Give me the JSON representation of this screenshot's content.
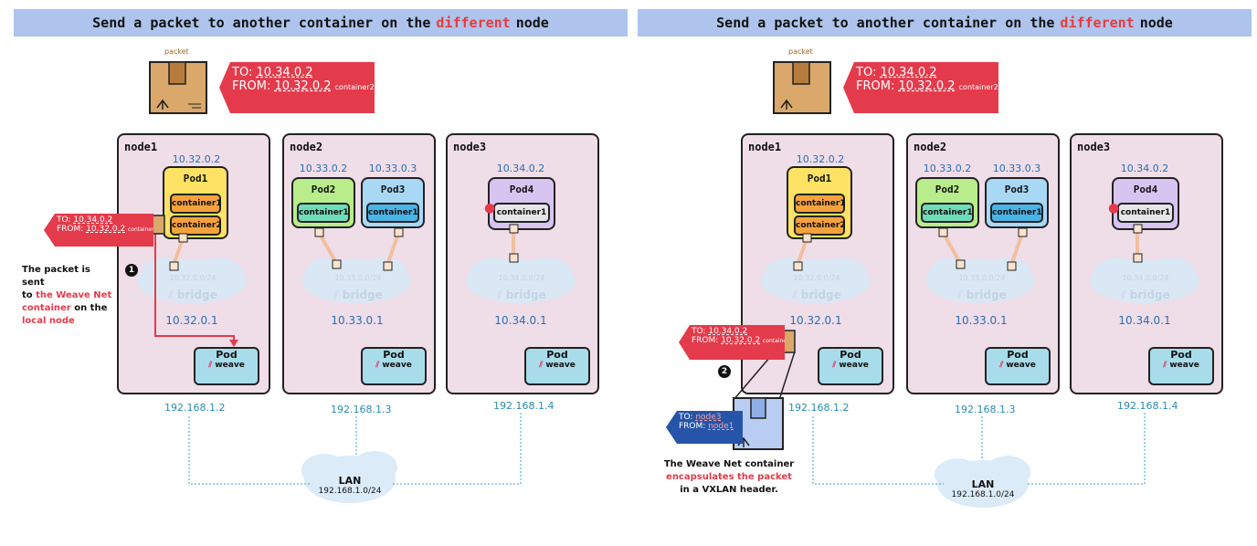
{
  "left": {
    "title": {
      "prefix": "Send a packet to another container on the",
      "highlight": "different",
      "suffix": "node"
    },
    "packet_label": "packet",
    "top_tag": {
      "to_label": "TO:",
      "to_value": "10.34.0.2",
      "from_label": "FROM:",
      "from_value": "10.32.0.2",
      "from_extra": "container2"
    },
    "side_tag": {
      "to_label": "TO:",
      "to_value": "10.34.0.2",
      "from_label": "FROM:",
      "from_value": "10.32.0.2",
      "from_extra": "container2"
    },
    "nodes": [
      {
        "name": "node1",
        "pod_ip": "10.32.0.2",
        "pod": "Pod1",
        "containers": [
          "container1",
          "container2"
        ],
        "subnet": "10.32.0.0/24",
        "bridge": "bridge",
        "bridge_ip": "10.32.0.1",
        "weave_pod": "Pod",
        "weave": "weave",
        "host_ip": "192.168.1.2"
      },
      {
        "name": "node2",
        "pods": [
          {
            "ip": "10.33.0.2",
            "name": "Pod2",
            "container": "container1"
          },
          {
            "ip": "10.33.0.3",
            "name": "Pod3",
            "container": "container1"
          }
        ],
        "subnet": "10.33.0.0/24",
        "bridge": "bridge",
        "bridge_ip": "10.33.0.1",
        "weave_pod": "Pod",
        "weave": "weave",
        "host_ip": "192.168.1.3"
      },
      {
        "name": "node3",
        "pod_ip": "10.34.0.2",
        "pod": "Pod4",
        "container": "container1",
        "subnet": "10.34.0.0/24",
        "bridge": "bridge",
        "bridge_ip": "10.34.0.1",
        "weave_pod": "Pod",
        "weave": "weave",
        "host_ip": "192.168.1.4"
      }
    ],
    "step": "1",
    "note": {
      "line1": "The packet is sent",
      "line2a": "to",
      "line2b": "the Weave Net",
      "line3a": "container",
      "line3b": "on the",
      "line4": "local node"
    },
    "lan": {
      "label": "LAN",
      "cidr": "192.168.1.0/24"
    }
  },
  "right": {
    "title": {
      "prefix": "Send a packet to another container on the",
      "highlight": "different",
      "suffix": "node"
    },
    "packet_label": "packet",
    "top_tag": {
      "to_label": "TO:",
      "to_value": "10.34.0.2",
      "from_label": "FROM:",
      "from_value": "10.32.0.2",
      "from_extra": "container2"
    },
    "inner_tag": {
      "to_label": "TO:",
      "to_value": "10.34.0.2",
      "from_label": "FROM:",
      "from_value": "10.32.0.2",
      "from_extra": "container2"
    },
    "outer_tag": {
      "to_label": "TO:",
      "to_value": "node3",
      "from_label": "FROM:",
      "from_value": "node1"
    },
    "nodes": [
      {
        "name": "node1",
        "pod_ip": "10.32.0.2",
        "pod": "Pod1",
        "containers": [
          "container1",
          "container2"
        ],
        "subnet": "10.32.0.0/24",
        "bridge": "bridge",
        "bridge_ip": "10.32.0.1",
        "weave_pod": "Pod",
        "weave": "weave",
        "host_ip": "192.168.1.2"
      },
      {
        "name": "node2",
        "pods": [
          {
            "ip": "10.33.0.2",
            "name": "Pod2",
            "container": "container1"
          },
          {
            "ip": "10.33.0.3",
            "name": "Pod3",
            "container": "container1"
          }
        ],
        "subnet": "10.33.0.0/24",
        "bridge": "bridge",
        "bridge_ip": "10.33.0.1",
        "weave_pod": "Pod",
        "weave": "weave",
        "host_ip": "192.168.1.3"
      },
      {
        "name": "node3",
        "pod_ip": "10.34.0.2",
        "pod": "Pod4",
        "container": "container1",
        "subnet": "10.34.0.0/24",
        "bridge": "bridge",
        "bridge_ip": "10.34.0.1",
        "weave_pod": "Pod",
        "weave": "weave",
        "host_ip": "192.168.1.4"
      }
    ],
    "step": "2",
    "note": {
      "line1": "The Weave Net container",
      "line2": "encapsulates the packet",
      "line3": "in a VXLAN header."
    },
    "lan": {
      "label": "LAN",
      "cidr": "192.168.1.0/24"
    }
  },
  "colors": {
    "title_bg": "#aec4ec",
    "highlight": "#e83a3a",
    "node_bg": "#efdde8",
    "pod1": "#fde264",
    "container_orange": "#f6a23c",
    "pod2": "#b9ec8a",
    "pod3": "#a9d8f5",
    "pod4": "#d8c4f0",
    "weave": "#a8dcea",
    "tag_red": "#e33b4b",
    "tag_blue": "#2654a8",
    "ip_blue": "#2b6fb0",
    "host_ip": "#2a8cad"
  }
}
